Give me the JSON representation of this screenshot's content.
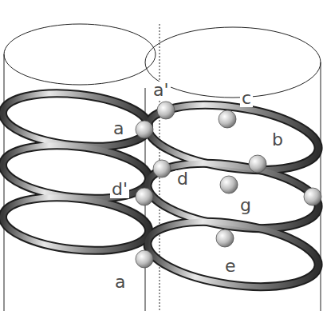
{
  "diagram": {
    "labels": [
      "a'",
      "a",
      "c",
      "b",
      "d",
      "d'",
      "g",
      "e",
      "a"
    ]
  }
}
